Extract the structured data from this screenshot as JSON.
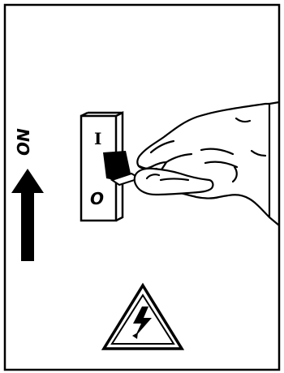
{
  "labels": {
    "on": "ON",
    "switch_on_mark": "I",
    "switch_off_mark": "O"
  },
  "colors": {
    "line": "#000000",
    "background": "#ffffff"
  },
  "icons": {
    "arrow": "up-arrow-icon",
    "warning": "high-voltage-warning-icon"
  }
}
